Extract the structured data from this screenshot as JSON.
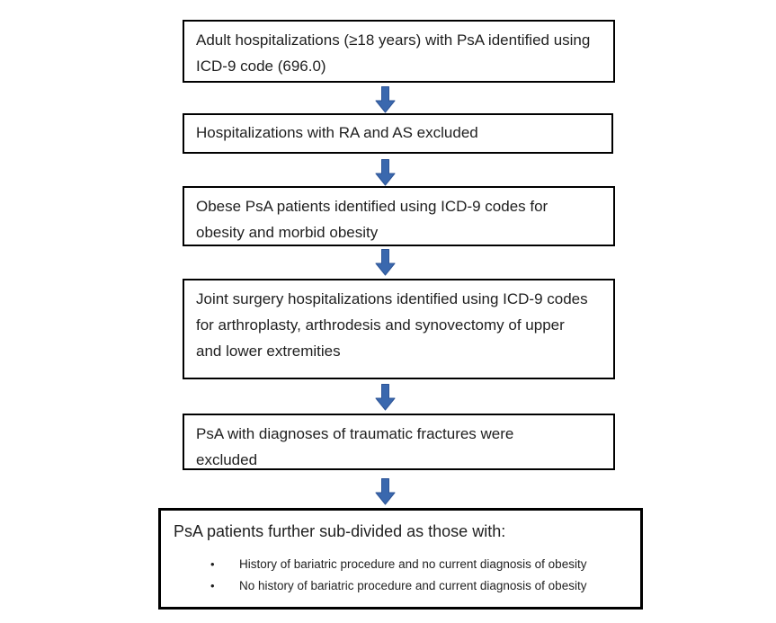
{
  "flowchart": {
    "boxes": [
      {
        "text": "Adult hospitalizations (≥18 years) with PsA identified using ICD-9 code (696.0)"
      },
      {
        "text": "Hospitalizations with RA and AS excluded"
      },
      {
        "text": "Obese PsA patients identified using ICD-9 codes for obesity and morbid obesity"
      },
      {
        "text": "Joint surgery hospitalizations identified using ICD-9 codes for arthroplasty, arthrodesis and synovectomy of upper and lower extremities"
      },
      {
        "text": "PsA with diagnoses of traumatic fractures were excluded"
      },
      {
        "title": "PsA patients further sub-divided as those with:",
        "bullet_char": "•",
        "bullets": [
          "History of bariatric procedure and no current diagnosis of obesity",
          "No history of bariatric procedure and current diagnosis of obesity"
        ]
      }
    ],
    "colors": {
      "arrow_fill": "#3A68AE",
      "arrow_border": "#2E5597",
      "box_border": "#000000",
      "background": "#FFFFFF"
    }
  }
}
